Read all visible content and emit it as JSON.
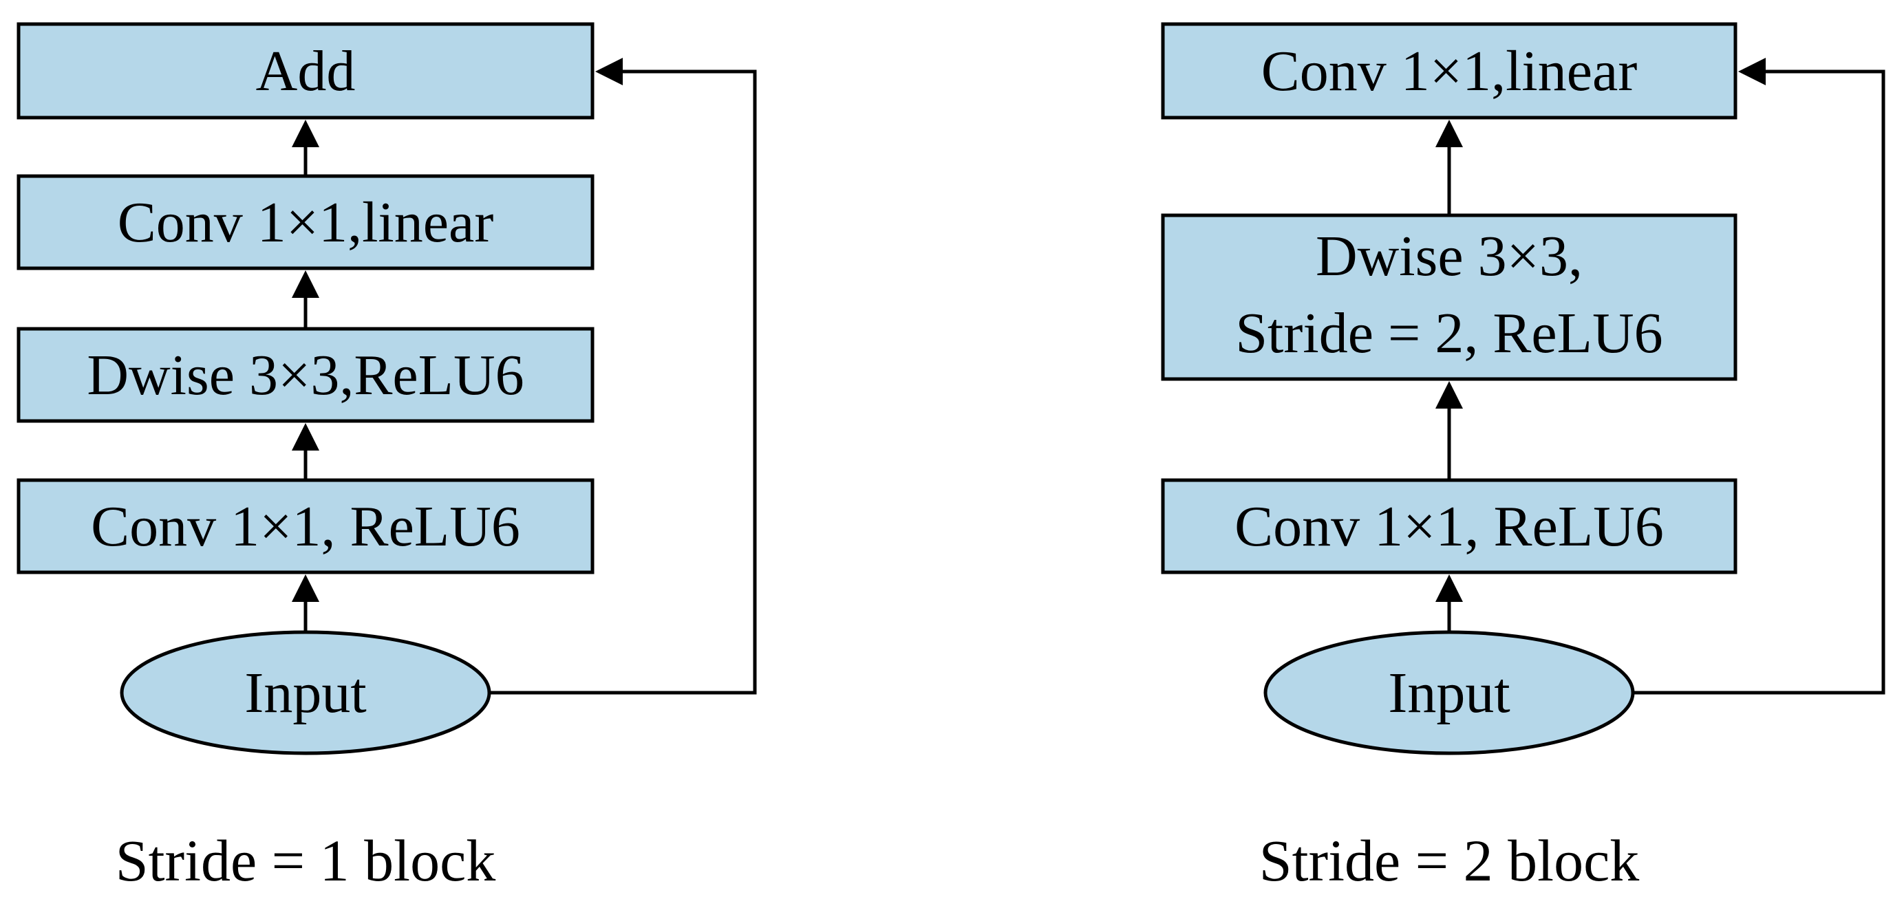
{
  "colors": {
    "node_fill": "#b5d7e9",
    "line": "#000000"
  },
  "left_block": {
    "caption": "Stride = 1 block",
    "nodes": {
      "add": "Add",
      "conv_linear": "Conv 1×1,linear",
      "dwise": "Dwise 3×3,ReLU6",
      "conv_relu": "Conv 1×1, ReLU6",
      "input": "Input"
    }
  },
  "right_block": {
    "caption": "Stride = 2 block",
    "nodes": {
      "conv_linear": "Conv 1×1,linear",
      "dwise_line1": "Dwise 3×3,",
      "dwise_line2": "Stride = 2, ReLU6",
      "conv_relu": "Conv 1×1, ReLU6",
      "input": "Input"
    }
  }
}
